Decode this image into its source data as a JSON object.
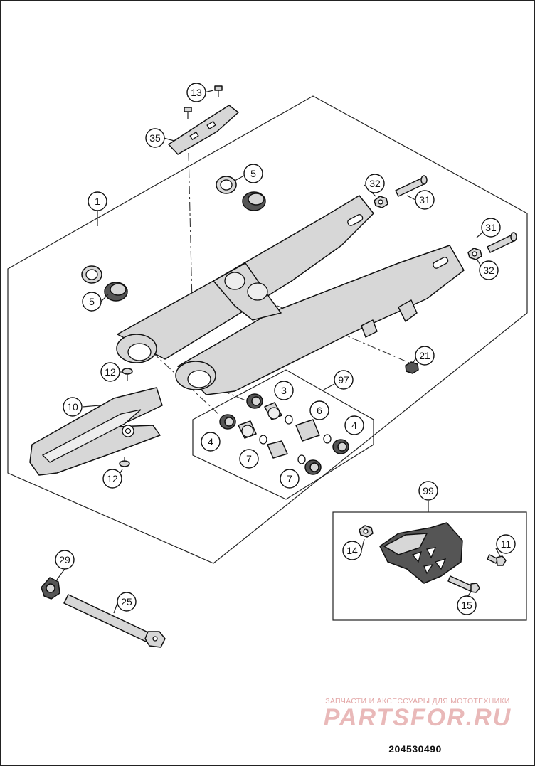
{
  "callouts": {
    "c1": "1",
    "c3": "3",
    "c4a": "4",
    "c4b": "4",
    "c5a": "5",
    "c5b": "5",
    "c6": "6",
    "c7a": "7",
    "c7b": "7",
    "c10": "10",
    "c11": "11",
    "c12a": "12",
    "c12b": "12",
    "c13": "13",
    "c14": "14",
    "c15": "15",
    "c21": "21",
    "c25": "25",
    "c29": "29",
    "c31a": "31",
    "c31b": "31",
    "c32a": "32",
    "c32b": "32",
    "c35": "35",
    "c97": "97",
    "c99": "99"
  },
  "watermark": {
    "tagline": "ЗАПЧАСТИ И АКСЕССУАРЫ ДЛЯ МОТОТЕХНИКИ",
    "logo": "PARTSFOR.RU"
  },
  "part_number": "204530490"
}
